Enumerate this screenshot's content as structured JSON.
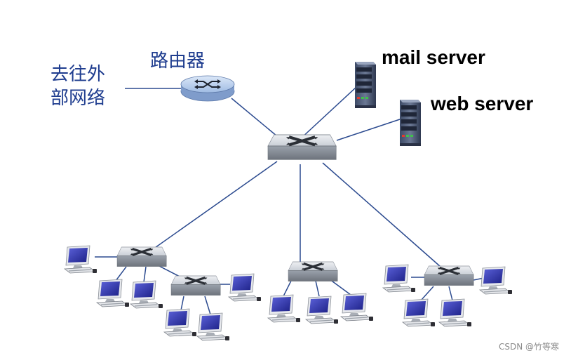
{
  "labels": {
    "external_line1": "去往外",
    "external_line2": "部网络",
    "router": "路由器",
    "mail_server": "mail server",
    "web_server": "web server"
  },
  "watermark": "CSDN @竹等寒",
  "colors": {
    "link": "#2b4a8f",
    "label_blue": "#1f3d8f",
    "switch_top": "#d9dde3",
    "router_body": "#a9c3e6",
    "monitor_screen": "#3a3fb0"
  },
  "icons": [
    "router-icon",
    "switch-icon",
    "server-icon",
    "computer-icon"
  ]
}
